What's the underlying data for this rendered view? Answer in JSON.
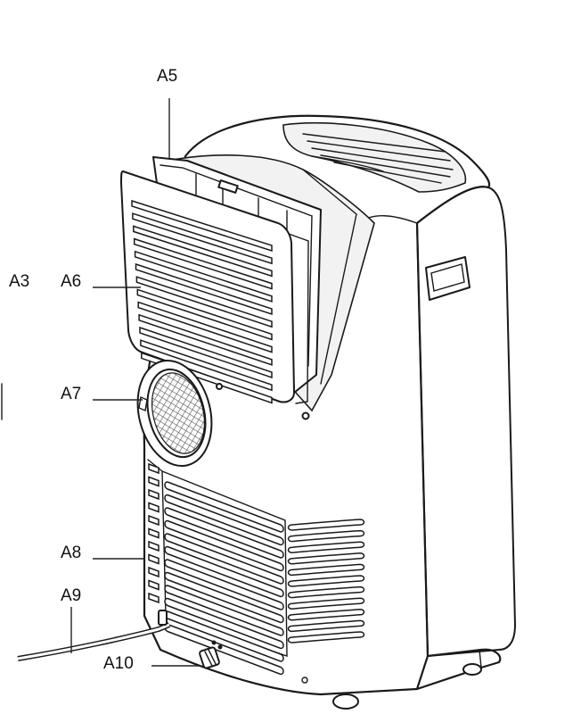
{
  "labels": {
    "a3": "A3",
    "a5": "A5",
    "a6": "A6",
    "a7": "A7",
    "a8": "A8",
    "a9": "A9",
    "a10": "A10"
  },
  "colors": {
    "line": "#1a1a1a",
    "background": "#ffffff",
    "grille_mesh": "#666666"
  }
}
